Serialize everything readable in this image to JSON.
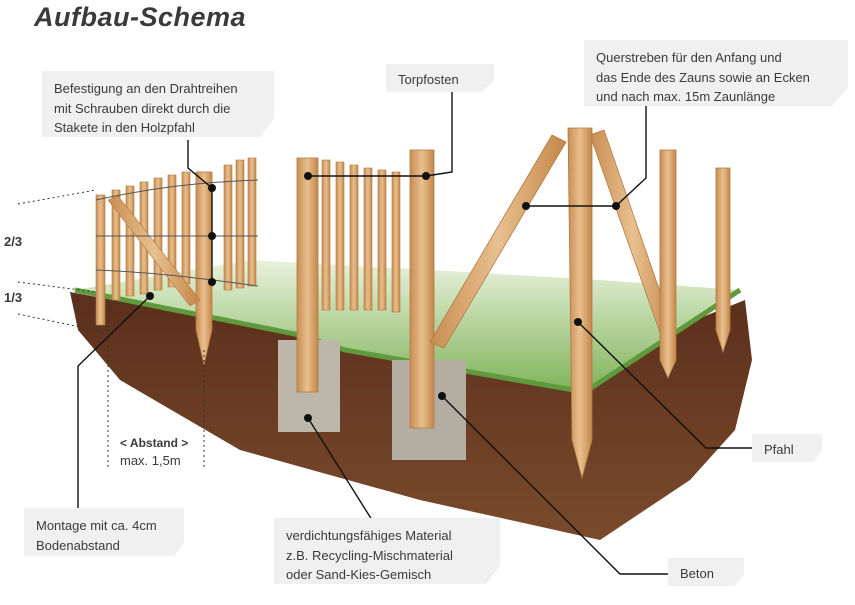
{
  "title": "Aufbau-Schema",
  "labels": {
    "befestigung": "Befestigung an den Drahtreihen\nmit Schrauben direkt durch die\nStakete in den Holzpfahl",
    "torpfosten": "Torpfosten",
    "querstreben": "Querstreben für den Anfang und\ndas Ende des Zauns sowie an Ecken\nund nach max. 15m Zaunlänge",
    "pfahl": "Pfahl",
    "beton": "Beton",
    "material": "verdichtungsfähiges Material\nz.B. Recycling-Mischmaterial\noder Sand-Kies-Gemisch",
    "montage": "Montage mit ca. 4cm\nBodenabstand"
  },
  "ratios": {
    "upper": "2/3",
    "lower": "1/3"
  },
  "abstand": {
    "title": "< Abstand >",
    "value": "max. 1,5m"
  },
  "colors": {
    "soil": "#6b3a22",
    "grass": "#7fb35a",
    "wood": "#d9a46c",
    "concrete": "#b9b3a8",
    "callout": "#f0f0f0",
    "line": "#111111"
  }
}
